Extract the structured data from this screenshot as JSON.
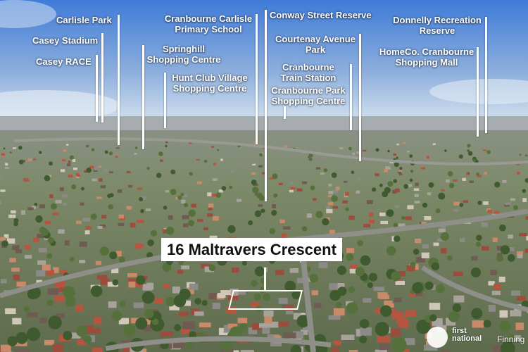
{
  "address": "16 Maltravers Crescent",
  "landmarks": [
    "Carlisle Park",
    "Casey Stadium",
    "Casey RACE",
    "Springhill Shopping Centre",
    "Hunt Club Village Shopping Centre",
    "Cranbourne Carlisle Primary School",
    "Conway Street Reserve",
    "Courtenay Avenue Park",
    "Cranbourne Train Station",
    "Cranbourne Park Shopping Centre",
    "Donnelly Recreation Reserve",
    "HomeCo. Cranbourne Shopping Mall"
  ],
  "brand": {
    "line1": "first",
    "line2": "national",
    "tail": "Finning"
  },
  "colors": {
    "sky_top": "#3f7bd8",
    "sky_bottom": "#d6e3ef",
    "ground": "#6f7d5e",
    "label": "#ffffff"
  }
}
